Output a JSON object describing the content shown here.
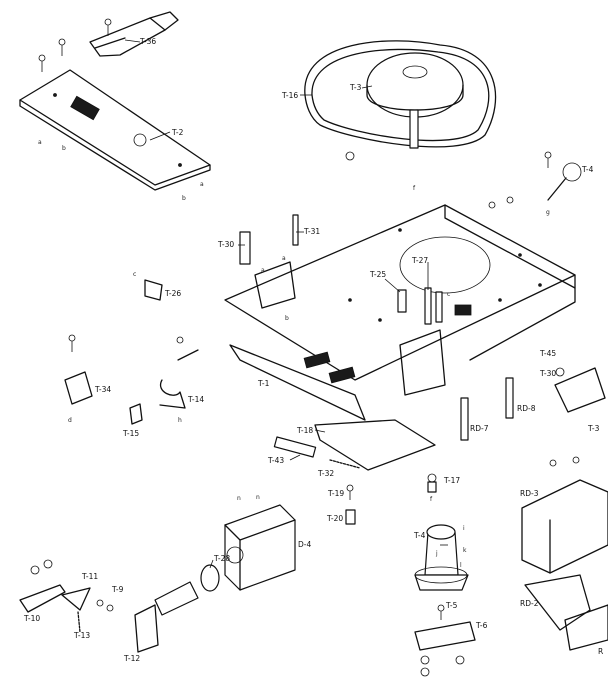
{
  "labels": {
    "t36": "T-36",
    "t2": "T-2",
    "t16": "T-16",
    "t3": "T-3",
    "t4": "T-4",
    "t30": "T-30",
    "t31": "T-31",
    "t25": "T-25",
    "t27": "T-27",
    "t26": "T-26",
    "t1": "T-1",
    "t34": "T-34",
    "t14": "T-14",
    "t15": "T-15",
    "t45": "T-45",
    "t30b": "T-30",
    "t3b": "T-3",
    "rd8": "RD-8",
    "rd7": "RD-7",
    "t18": "T-18",
    "t43": "T-43",
    "t32": "T-32",
    "t17": "T-17",
    "t19": "T-19",
    "t20": "T-20",
    "rd3": "RD-3",
    "d4": "D-4",
    "t28": "T-28",
    "t4b": "T-4",
    "t11": "T-11",
    "t9": "T-9",
    "t10": "T-10",
    "t13": "T-13",
    "t12": "T-12",
    "t5": "T-5",
    "t6": "T-6",
    "rd2": "RD-2",
    "r": "R"
  },
  "letters": {
    "a1": "a",
    "a2": "a",
    "b1": "b",
    "b2": "b",
    "f1": "f",
    "g1": "g",
    "a3": "a",
    "a4": "a",
    "b3": "b",
    "c1": "c",
    "c2": "c",
    "d1": "d",
    "h1": "h",
    "n1": "n",
    "n2": "n",
    "i1": "i",
    "k1": "k",
    "j1": "j",
    "l1": "l",
    "f2": "f"
  }
}
